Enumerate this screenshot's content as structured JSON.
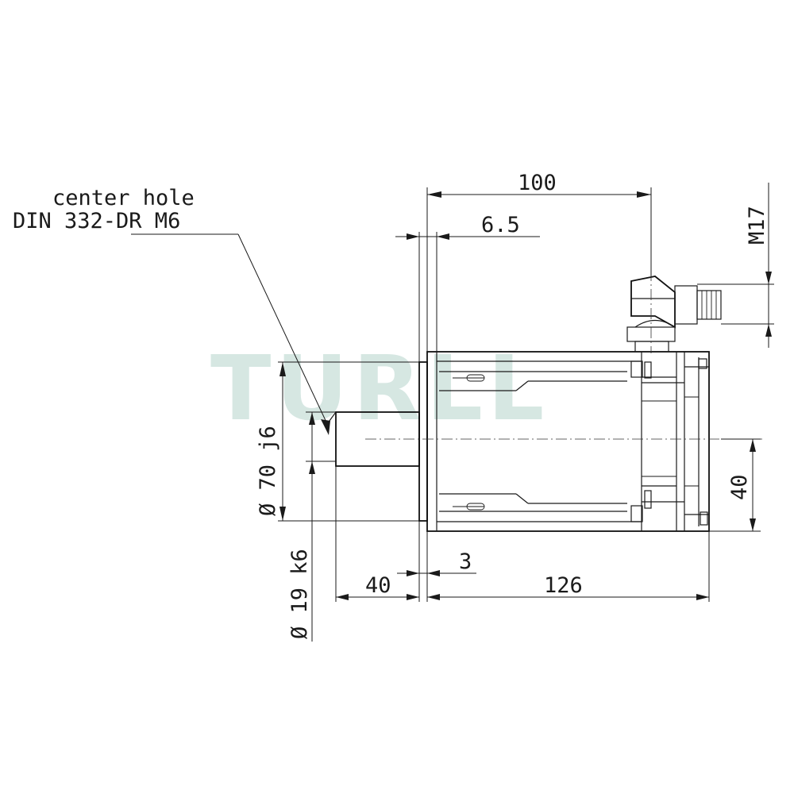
{
  "watermark": {
    "text": "TURLL",
    "color": "#cfe3de"
  },
  "note": {
    "line1": "center hole",
    "line2": "DIN 332-DR M6"
  },
  "dimensions": {
    "overall_top": "100",
    "flange_offset": "6.5",
    "connector_thread": "M17",
    "flange_diameter": "Ø 70 j6",
    "shaft_diameter": "Ø 19 k6",
    "shaft_length": "40",
    "flange_thickness": "3",
    "body_length": "126",
    "connector_height": "40"
  }
}
